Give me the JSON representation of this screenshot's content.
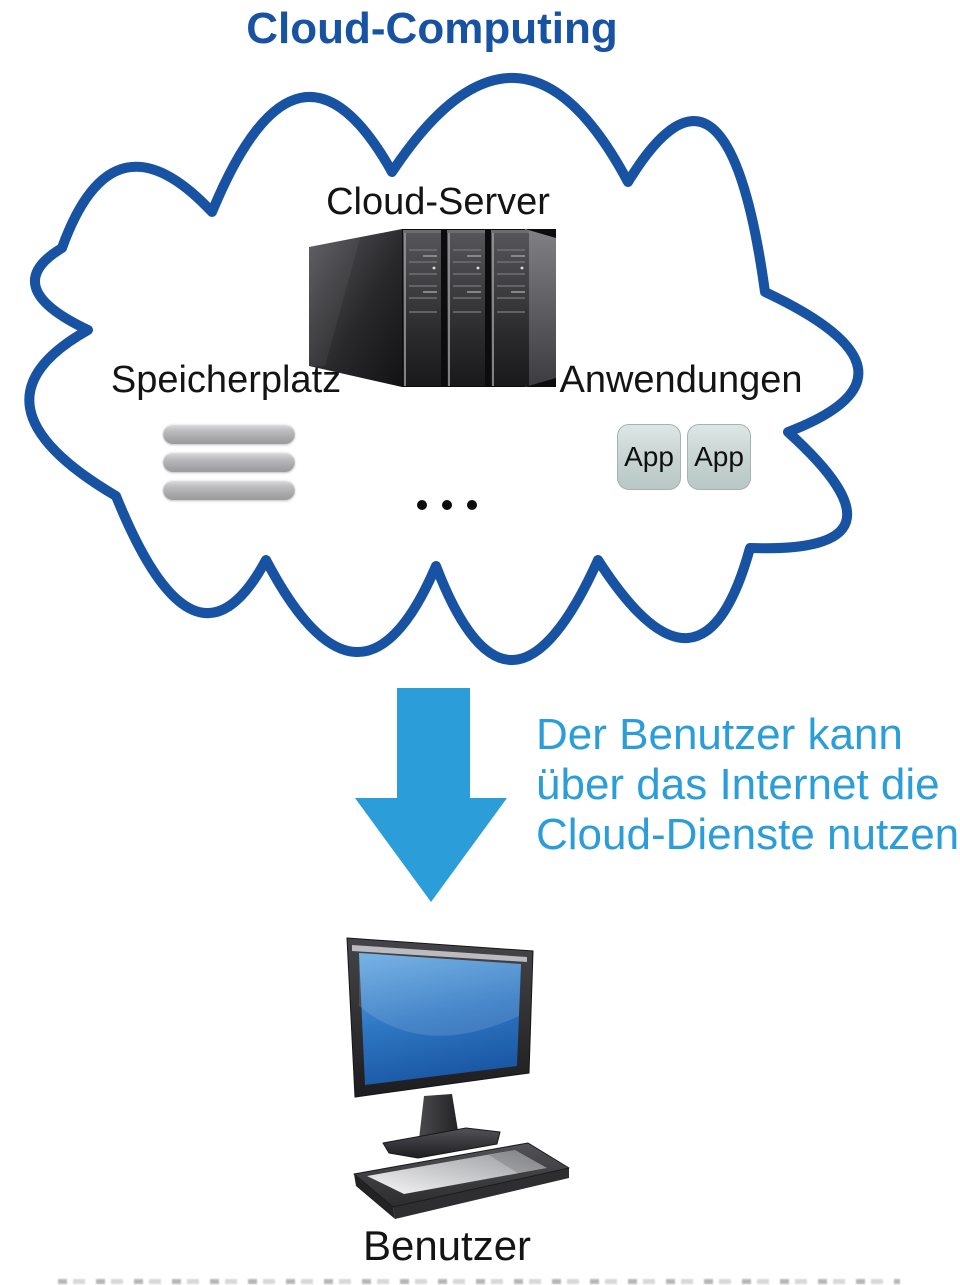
{
  "title": "Cloud-Computing",
  "cloud": {
    "server": {
      "label": "Cloud-Server"
    },
    "storage": {
      "label": "Speicherplatz",
      "bar_count": 3
    },
    "applications": {
      "label": "Anwendungen",
      "apps": [
        "App",
        "App"
      ]
    },
    "ellipsis": "..."
  },
  "annotation": {
    "lines": [
      "Der Benutzer kann",
      "über das Internet die",
      "Cloud-Dienste nutzen"
    ]
  },
  "user": {
    "label": "Benutzer"
  },
  "colors": {
    "cloud_outline_blue": "#1852A2",
    "arrow_and_annotation_blue": "#2B9DD8",
    "label_black": "#141414",
    "app_box_fill": "#C6D3D0",
    "storage_bar_fill": "#B3B3B6",
    "screen_blue": "#2F77C3"
  }
}
